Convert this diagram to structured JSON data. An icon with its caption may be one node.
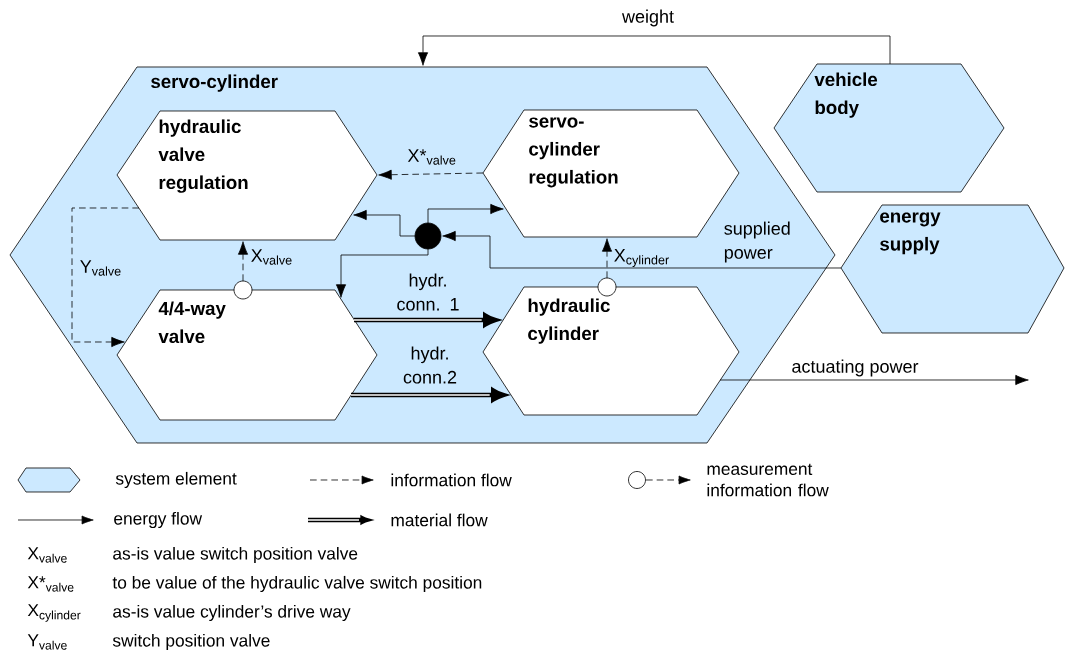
{
  "diagram": {
    "nodes": [
      {
        "text": [
          "servo-cylinder"
        ]
      },
      {
        "text": [
          "hydraulic valve regulation"
        ],
        "in": 0
      },
      {
        "text": [
          "servo-cylinder regulation"
        ],
        "in": 0
      },
      {
        "text": [
          "4/4-way valve"
        ],
        "in": 0
      },
      {
        "text": [
          "hydraulic cylinder"
        ],
        "in": 0
      },
      {
        "text": [
          "vehicle body"
        ]
      },
      {
        "text": [
          "energy supply"
        ]
      },
      {
        "text": [],
        "shape": "circle",
        "in": 0
      },
      {
        "text": [],
        "shape": "circle",
        "in": 0
      },
      {
        "text": [],
        "shape": "circle",
        "in": 0
      }
    ],
    "edges": [
      {
        "from": 5,
        "to": 0,
        "arrow": "to",
        "label": "weight"
      },
      {
        "from": 6,
        "to": 7,
        "arrow": "to",
        "label": "supplied power"
      },
      {
        "from": 7,
        "to": 1,
        "arrow": "to"
      },
      {
        "from": 7,
        "to": 2,
        "arrow": "to"
      },
      {
        "from": 7,
        "to": 3,
        "arrow": "to"
      },
      {
        "from": 2,
        "to": 1,
        "arrow": "to",
        "style": "dashed",
        "label": "X*$_{valve}$"
      },
      {
        "from": 1,
        "to": 3,
        "arrow": "to",
        "style": "dashed",
        "label": "Y$_{valve}$"
      },
      {
        "from": 8,
        "to": 1,
        "arrow": "to",
        "style": "dashed",
        "label": "X$_{valve}$"
      },
      {
        "from": 9,
        "to": 2,
        "arrow": "to",
        "style": "dashed",
        "label": "X$_{cylinder}$"
      },
      {
        "from": 3,
        "to": 4,
        "arrow": "to",
        "style": "thick",
        "label": "hydr. conn. 1"
      },
      {
        "from": 3,
        "to": 4,
        "arrow": "to",
        "style": "thick",
        "label": "hydr. conn.2"
      },
      {
        "from": 4,
        "to": null,
        "arrow": "to",
        "label": "actuating power"
      }
    ],
    "labels": [
      "X$_{valve}$",
      "as-is value switch position valve",
      "X*$_{valve}$",
      "to be value of the hydraulic valve switch position",
      "X$_{cylinder}$",
      "as-is value cylinder’s drive way",
      "Y$_{valve}$",
      "switch position valve"
    ],
    "legend": [
      {
        "text": "system element",
        "color": "#cce9ff"
      },
      {
        "text": "information flow"
      },
      {
        "text": "measurement information flow"
      },
      {
        "text": "energy flow"
      },
      {
        "text": "material flow"
      }
    ]
  }
}
